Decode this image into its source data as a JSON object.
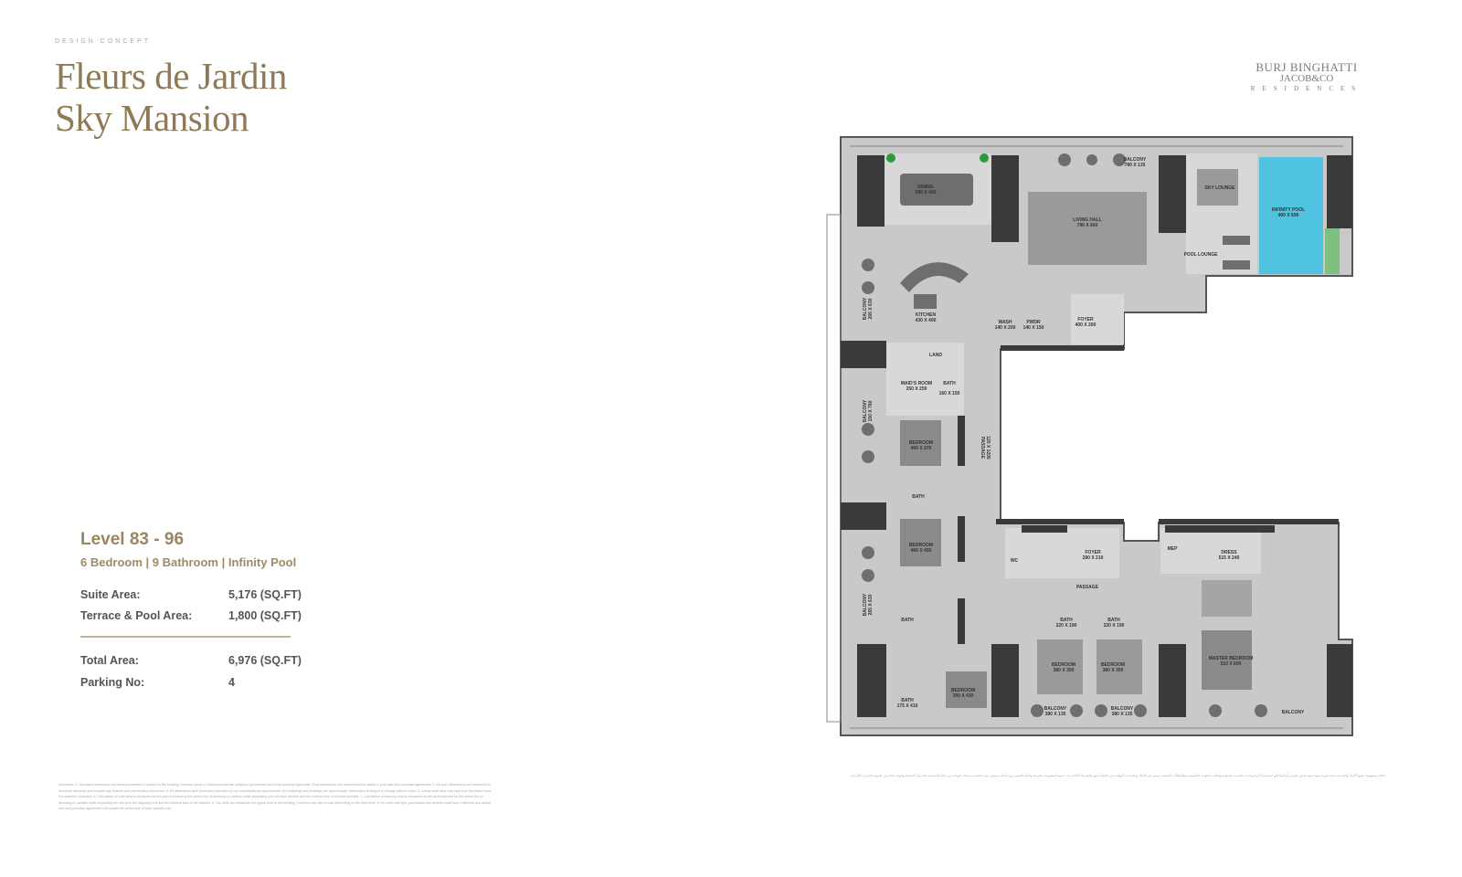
{
  "header": {
    "eyebrow": "DESIGN CONCEPT",
    "title_line1": "Fleurs de Jardin",
    "title_line2": "Sky Mansion"
  },
  "logo": {
    "line1": "BURJ BINGHATTI",
    "line2": "JACOB&CO",
    "line3": "RESIDENCES"
  },
  "summary": {
    "level": "Level 83 - 96",
    "features": "6 Bedroom | 9 Bathroom | Infinity Pool",
    "rows": [
      {
        "label": "Suite Area:",
        "value": "5,176 (SQ.FT)"
      },
      {
        "label": "Terrace & Pool Area:",
        "value": "1,800 (SQ.FT)"
      },
      {
        "label": "Total Area:",
        "value": "6,976 (SQ.FT)"
      },
      {
        "label": "Parking No:",
        "value": "4"
      }
    ]
  },
  "disclaimer": {
    "english": "Disclaimer: 1. All stated dimensions and services whether in relation to the building, common areas or individual units are subject to government and local authority approvals. Final dimensions and services will be stated in your sale and purchase agreement. 2. All room dimensions are measured to structural elements and exclude wall finishes and construction tolerances. 3. All dimensions and information provided by our consultants are approximate. All renderings and drawings are approximate. Information is subject to change without notice. 5. Actual suite area may vary from the stated area. For aesthetic purposes. 6. Calculation of suite area is measured as the area bounded by the centre line of demising or partition walls separating one unit from another and the exterior face of all external walls. 7. Calculation of balcony area is measured as the area bounded by the centre line of demising or partition walls separating the unit from the adjoining unit and the external face of the balcony. 8. The units are measured per typical floor in the building. Columns may vary in size depending on the floor level. 9. For each unit type, purchasers and tenants must have a different and actual size and purchase agreement will contain the actual size of each specific unit.",
    "arabic": "إخلاء مسؤولية: جميع الأبعاد والخدمات المذكورة سواء فيما يتعلق بالمبنى أو المناطق المشتركة أو الوحدات الفردية تخضع لموافقات الجهات الحكومية والسلطات المحلية. سيتم ذكر الأبعاد والخدمات النهائية في اتفاقية البيع والشراء الخاصة بك. جميع المعلومات تقريبية وقابلة للتغيير دون إشعار مسبق. يتم احتساب مساحة الوحدة من خط المنتصف للجدران الفاصلة والوجه الخارجي لجميع الجدران الخارجية."
  },
  "floor_plan": {
    "colors": {
      "floor": "#c9c9c9",
      "wall": "#3a3a3a",
      "pool": "#4fc3df",
      "furniture": "#6e6e6e",
      "plant": "#2e9b3b"
    },
    "rooms": [
      {
        "name": "DINING",
        "dims": "590 X 420"
      },
      {
        "name": "LIVING HALL",
        "dims": "790 X 660"
      },
      {
        "name": "BALCONY",
        "dims": "780 X 135"
      },
      {
        "name": "SKY LOUNGE",
        "dims": ""
      },
      {
        "name": "INFINITY POOL",
        "dims": "400 X 690"
      },
      {
        "name": "POOL LOUNGE",
        "dims": ""
      },
      {
        "name": "KITCHEN",
        "dims": "430 X 400"
      },
      {
        "name": "WASH",
        "dims": "140 X 200"
      },
      {
        "name": "PWDR",
        "dims": "140 X 150"
      },
      {
        "name": "FOYER",
        "dims": "400 X 260"
      },
      {
        "name": "BALCONY",
        "dims": "265 X 630"
      },
      {
        "name": "LAND",
        "dims": ""
      },
      {
        "name": "MAID'S ROOM",
        "dims": "250 X 250"
      },
      {
        "name": "BATH",
        "dims": "160 X 150"
      },
      {
        "name": "BALCONY",
        "dims": "150 X 760"
      },
      {
        "name": "BEDROOM",
        "dims": "460 X 370"
      },
      {
        "name": "PASSAGE",
        "dims": "120 X 1205"
      },
      {
        "name": "BATH",
        "dims": ""
      },
      {
        "name": "BEDROOM",
        "dims": "460 X 450"
      },
      {
        "name": "BALCONY",
        "dims": "265 X 630"
      },
      {
        "name": "BATH",
        "dims": ""
      },
      {
        "name": "WC",
        "dims": ""
      },
      {
        "name": "FOYER",
        "dims": "280 X 210"
      },
      {
        "name": "PASSAGE",
        "dims": ""
      },
      {
        "name": "MEP",
        "dims": ""
      },
      {
        "name": "DRESS",
        "dims": "515 X 240"
      },
      {
        "name": "BATH",
        "dims": "220 X 190"
      },
      {
        "name": "BATH",
        "dims": "220 X 190"
      },
      {
        "name": "BEDROOM",
        "dims": "380 X 350"
      },
      {
        "name": "BEDROOM",
        "dims": "380 X 350"
      },
      {
        "name": "MASTER BEDROOM",
        "dims": "510 X 600"
      },
      {
        "name": "BEDROOM",
        "dims": "390 X 430"
      },
      {
        "name": "BATH",
        "dims": "175 X 410"
      },
      {
        "name": "BALCONY",
        "dims": "380 X 135"
      },
      {
        "name": "BALCONY",
        "dims": "380 X 135"
      },
      {
        "name": "BALCONY",
        "dims": ""
      }
    ]
  }
}
